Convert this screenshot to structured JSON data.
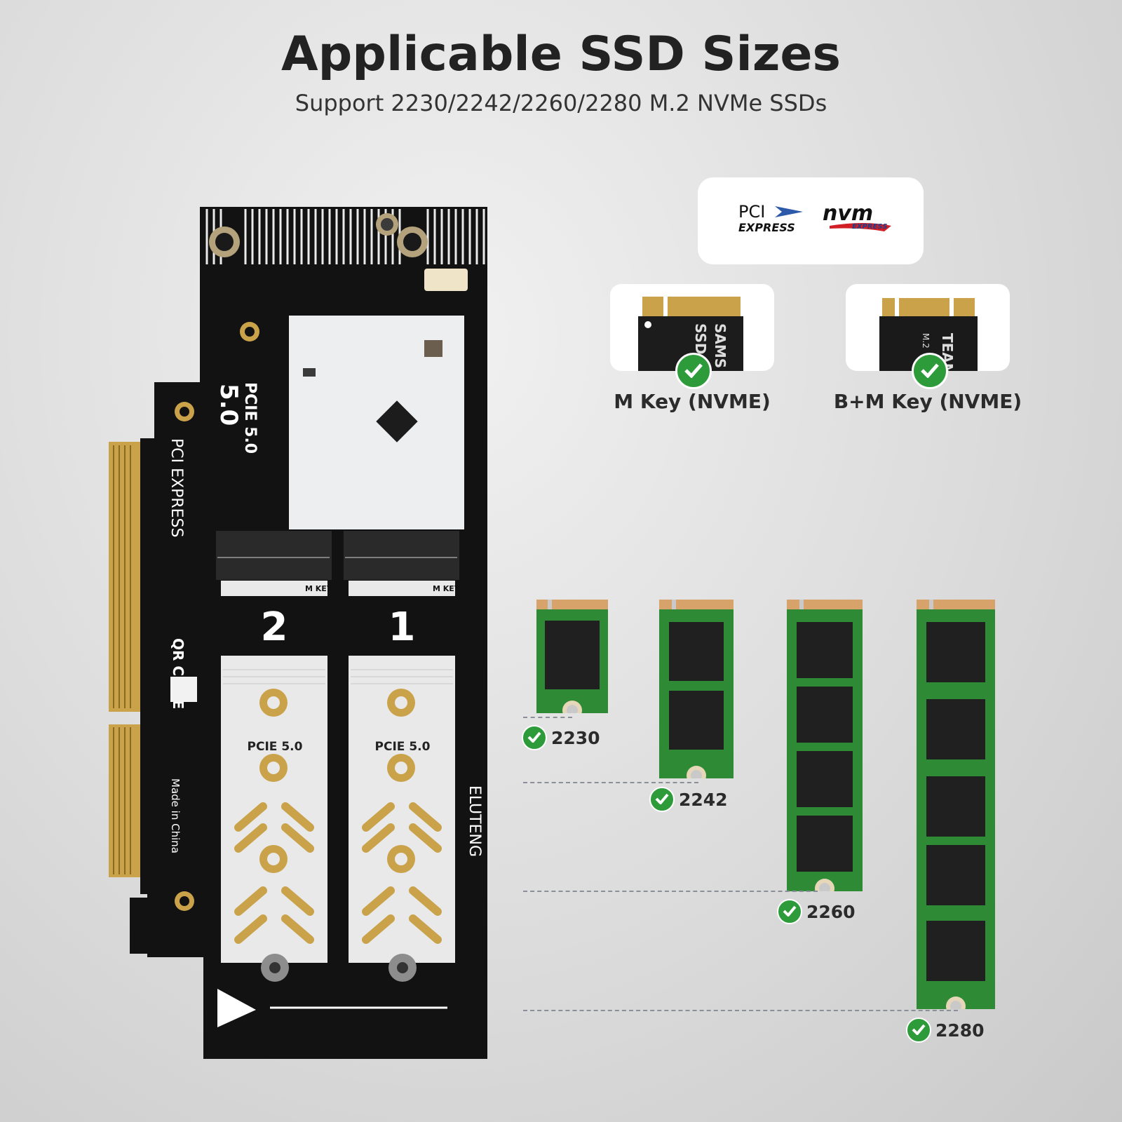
{
  "header": {
    "title": "Applicable SSD Sizes",
    "subtitle": "Support 2230/2242/2260/2280 M.2 NVMe SSDs"
  },
  "logos": {
    "pci": "PCI",
    "pci_sub": "EXPRESS",
    "nvm": "nvm",
    "nvm_sub": "EXPRESS"
  },
  "keys": [
    {
      "label": "M Key (NVME)"
    },
    {
      "label": "B+M Key (NVME)"
    }
  ],
  "ssd_sizes": [
    {
      "label": "2230"
    },
    {
      "label": "2242"
    },
    {
      "label": "2260"
    },
    {
      "label": "2280"
    }
  ],
  "card": {
    "slot2": "2",
    "slot1": "1",
    "pcie": "PCIE 5.0",
    "pcie_express": "PCI EXPRESS",
    "version": "5.0",
    "brand": "ELUTENG",
    "qr": "QR CODE",
    "made_in": "Made in China",
    "mkey": "M KEY"
  },
  "colors": {
    "pcb_green": "#2f8a35",
    "pcb_black": "#121212",
    "gold": "#c9a24a",
    "check_green": "#2e9b3a"
  }
}
